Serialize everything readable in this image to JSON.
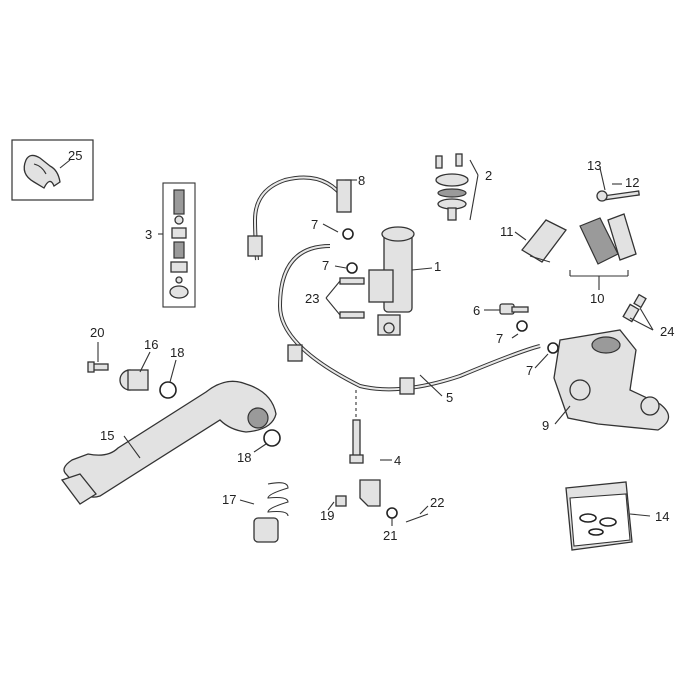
{
  "callouts": {
    "p1": "1",
    "p2": "2",
    "p3": "3",
    "p4": "4",
    "p5": "5",
    "p6": "6",
    "p7a": "7",
    "p7b": "7",
    "p7c": "7",
    "p7d": "7",
    "p8": "8",
    "p9": "9",
    "p10": "10",
    "p11": "11",
    "p12": "12",
    "p13": "13",
    "p14": "14",
    "p15": "15",
    "p16": "16",
    "p17": "17",
    "p18a": "18",
    "p18b": "18",
    "p19": "19",
    "p20": "20",
    "p21": "21",
    "p22": "22",
    "p23": "23",
    "p24": "24",
    "p25": "25"
  }
}
